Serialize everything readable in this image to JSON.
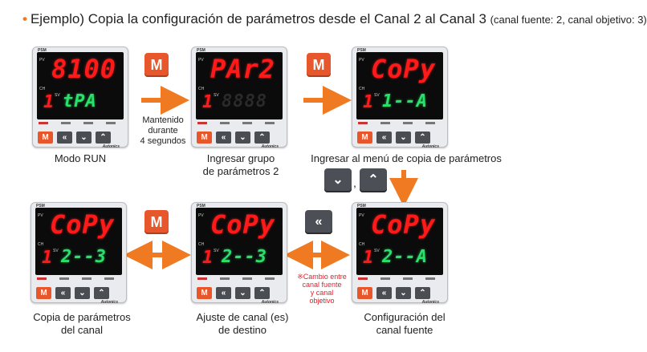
{
  "title": {
    "bullet": "•",
    "main": "Ejemplo) Copia la configuración de parámetros desde el Canal 2 al Canal 3",
    "sub": "(canal fuente: 2, canal objetivo: 3)"
  },
  "device": {
    "model": "PSM",
    "pv_label": "PV",
    "sv_label": "SV",
    "ch_label": "CH",
    "brand": "Autonics",
    "key_m": "M",
    "key_left": "«",
    "key_down": "⌄",
    "key_up": "⌃"
  },
  "displays": [
    {
      "pv": "8100",
      "ch": "1",
      "sv": "tPA",
      "caption_l1": "Modo RUN",
      "caption_l2": ""
    },
    {
      "pv": "PAr2",
      "ch": "1",
      "sv": "8888",
      "caption_l1": "Ingresar grupo",
      "caption_l2": "de parámetros 2"
    },
    {
      "pv": "CoPy",
      "ch": "1",
      "sv": "1--A",
      "caption_l1": "Ingresar al menú de copia de parámetros",
      "caption_l2": ""
    },
    {
      "pv": "CoPy",
      "ch": "1",
      "sv": "2--A",
      "caption_l1": "Configuración del",
      "caption_l2": "canal fuente"
    },
    {
      "pv": "CoPy",
      "ch": "1",
      "sv": "2--3",
      "caption_l1": "Ajuste de canal (es)",
      "caption_l2": "de destino"
    },
    {
      "pv": "CoPy",
      "ch": "1",
      "sv": "2--3",
      "caption_l1": "Copia de parámetros",
      "caption_l2": "del canal"
    }
  ],
  "keys": {
    "m1": "M",
    "m2": "M",
    "m3": "M",
    "down": "⌄",
    "up": "⌃",
    "comma": ",",
    "left": "«"
  },
  "hold_text": [
    "Mantenido",
    "durante",
    "4 segundos"
  ],
  "note": [
    "※Cambio entre",
    "canal fuente",
    "y canal",
    "objetivo"
  ],
  "colors": {
    "arrow": "#f07a22",
    "m_key": "#e8572b",
    "red_led": "#ff1a1a",
    "green_led": "#29e06a"
  }
}
